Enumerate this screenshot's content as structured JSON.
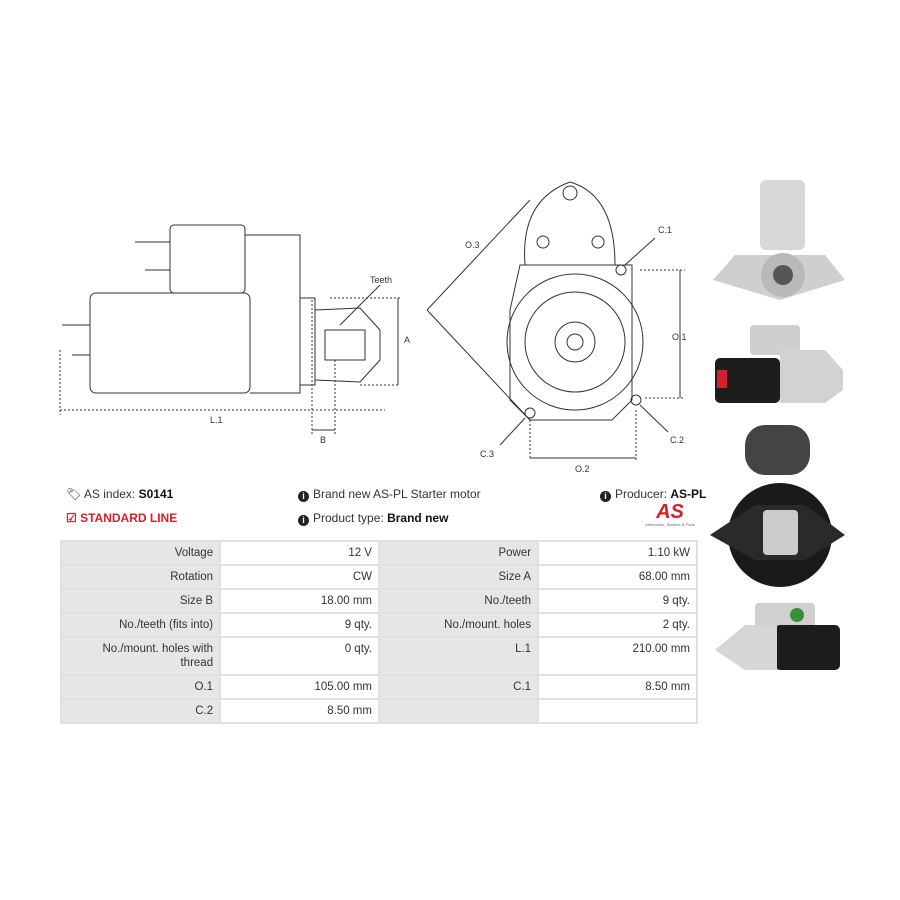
{
  "diagram_labels": {
    "teeth": "Teeth",
    "a": "A",
    "b": "B",
    "l1": "L.1",
    "o1": "O.1",
    "o2": "O.2",
    "o3": "O.3",
    "c1": "C.1",
    "c2": "C.2",
    "c3": "C.3"
  },
  "info": {
    "as_index_label": "AS index:",
    "as_index_value": "S0141",
    "line": "STANDARD LINE",
    "description": "Brand new AS-PL Starter motor",
    "product_type_label": "Product type:",
    "product_type_value": "Brand new",
    "producer_label": "Producer:",
    "producer_value": "AS-PL",
    "logo_text": "AS",
    "logo_tagline": "Alternators, Starters & Parts"
  },
  "specs": [
    [
      "Voltage",
      "12 V",
      "Power",
      "1.10 kW"
    ],
    [
      "Rotation",
      "CW",
      "Size A",
      "68.00 mm"
    ],
    [
      "Size B",
      "18.00 mm",
      "No./teeth",
      "9 qty."
    ],
    [
      "No./teeth (fits into)",
      "9 qty.",
      "No./mount. holes",
      "2 qty."
    ],
    [
      "No./mount. holes with thread",
      "0 qty.",
      "L.1",
      "210.00 mm"
    ],
    [
      "O.1",
      "105.00 mm",
      "C.1",
      "8.50 mm"
    ],
    [
      "C.2",
      "8.50 mm",
      "",
      ""
    ]
  ]
}
